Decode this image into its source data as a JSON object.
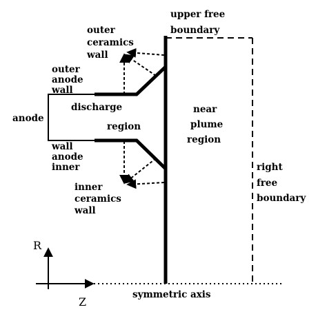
{
  "labels": {
    "upper_free_boundary": [
      "upper free",
      "boundary"
    ],
    "outer_ceramics_wall": [
      "outer",
      "ceramics",
      "wall"
    ],
    "outer_anode_wall": [
      "outer",
      "anode",
      "wall"
    ],
    "anode": "anode",
    "discharge_region": [
      "discharge",
      "region"
    ],
    "near_plume_region": [
      "near",
      "plume",
      "region"
    ],
    "wall_anode_inner": [
      "wall",
      "anode",
      "inner"
    ],
    "inner_ceramics_wall": [
      "inner",
      "ceramics",
      "wall"
    ],
    "right_free_boundary": [
      "right",
      "free",
      "boundary"
    ],
    "symmetric_axis": "symmetric axis",
    "axis_r": "R",
    "axis_z": "Z"
  },
  "colors": {
    "stroke": "#000000",
    "background": "#ffffff"
  }
}
